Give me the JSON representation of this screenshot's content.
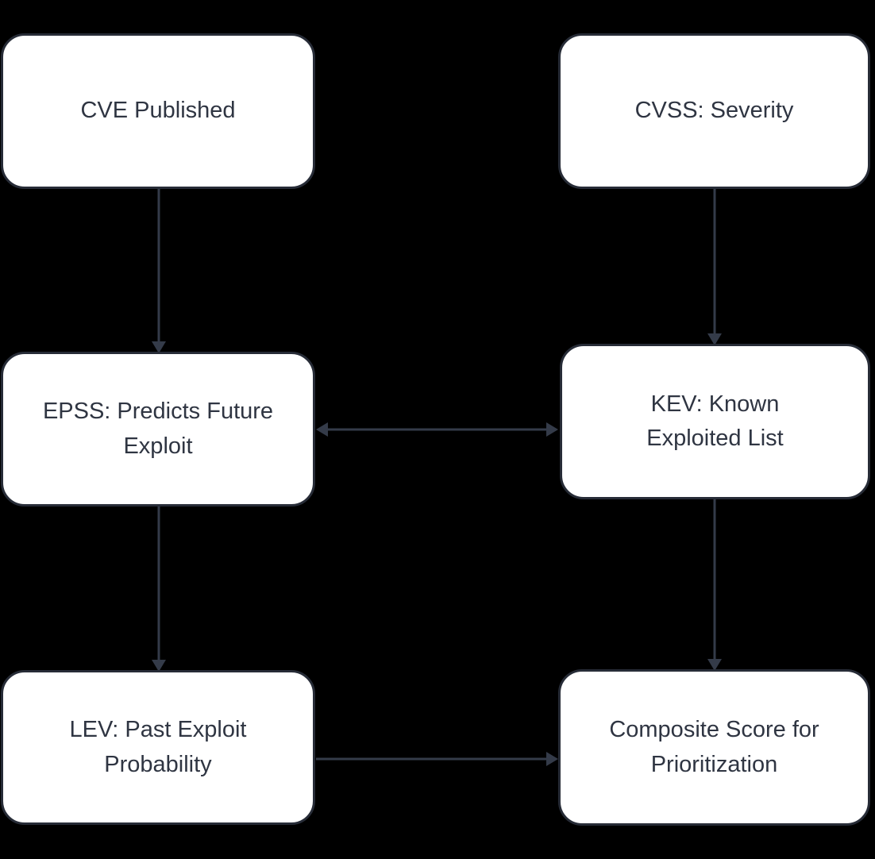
{
  "diagram": {
    "colors": {
      "background": "#000000",
      "node_fill": "#ffffff",
      "node_border": "#272c37",
      "edge": "#343b49",
      "text": "#2f3542"
    },
    "nodes": [
      {
        "id": "cve",
        "label": "CVE Published"
      },
      {
        "id": "cvss",
        "label": "CVSS: Severity"
      },
      {
        "id": "epss",
        "label": "EPSS: Predicts Future\nExploit"
      },
      {
        "id": "kev",
        "label": "KEV: Known\nExploited List"
      },
      {
        "id": "lev",
        "label": "LEV: Past Exploit\nProbability"
      },
      {
        "id": "composite",
        "label": "Composite Score for\nPrioritization"
      }
    ],
    "edges": [
      {
        "from": "CVE Published",
        "to": "EPSS: Predicts Future Exploit",
        "type": "arrow"
      },
      {
        "from": "CVSS: Severity",
        "to": "KEV: Known Exploited List",
        "type": "arrow"
      },
      {
        "from": "EPSS: Predicts Future Exploit",
        "to": "KEV: Known Exploited List",
        "type": "double-arrow"
      },
      {
        "from": "EPSS: Predicts Future Exploit",
        "to": "LEV: Past Exploit Probability",
        "type": "arrow"
      },
      {
        "from": "KEV: Known Exploited List",
        "to": "Composite Score for Prioritization",
        "type": "arrow"
      },
      {
        "from": "LEV: Past Exploit Probability",
        "to": "Composite Score for Prioritization",
        "type": "arrow"
      }
    ]
  }
}
